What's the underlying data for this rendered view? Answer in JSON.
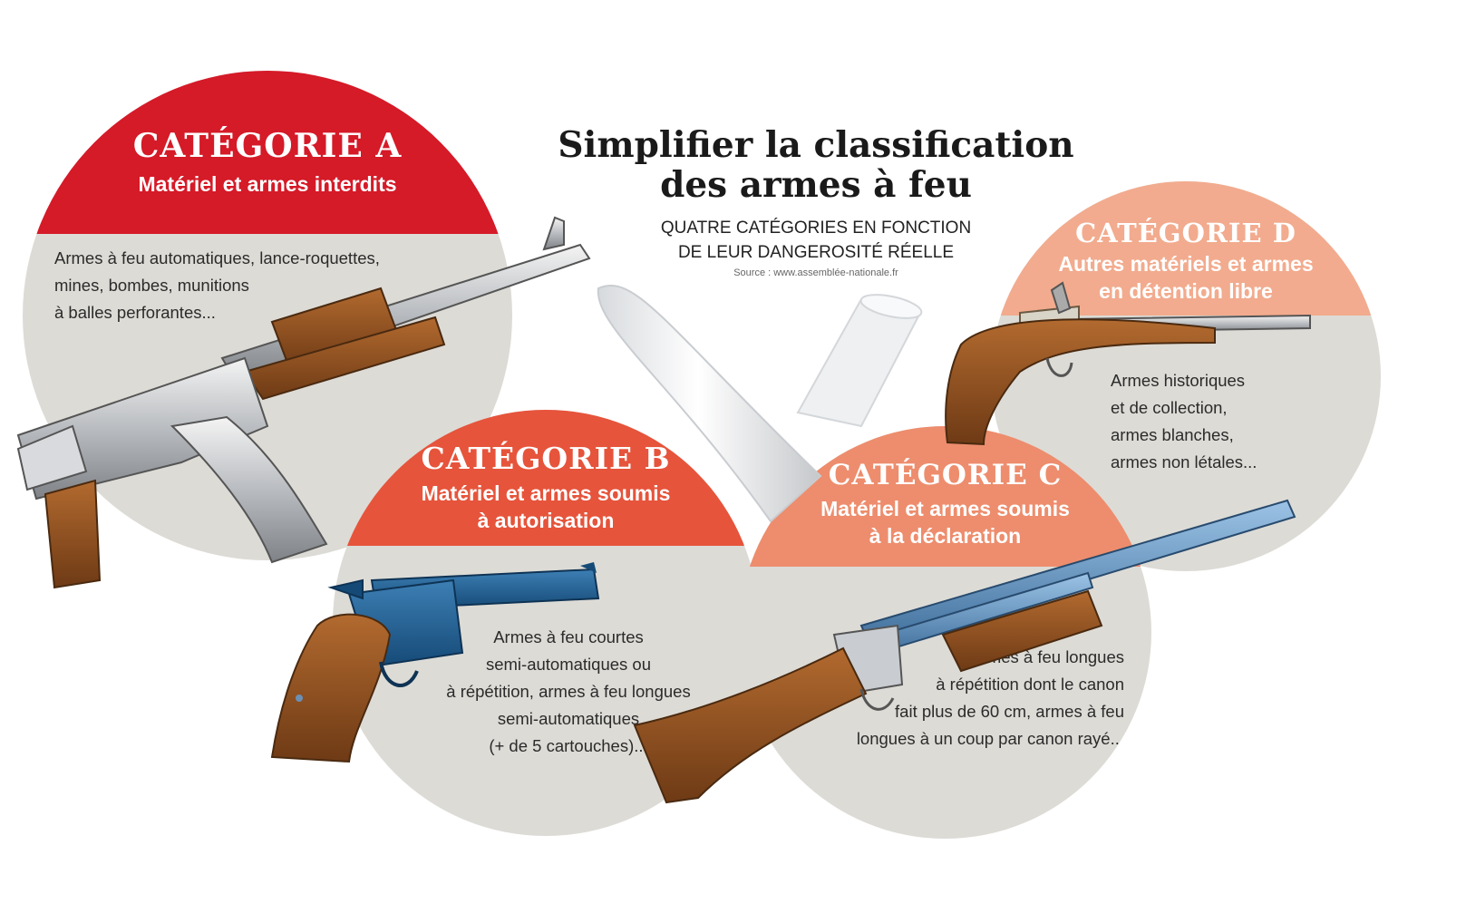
{
  "title": {
    "line1": "Simplifier la classification",
    "line2": "des armes à feu",
    "subtitle1": "QUATRE CATÉGORIES EN FONCTION",
    "subtitle2": "DE LEUR DANGEROSITÉ RÉELLE",
    "source": "Source : www.assemblée-nationale.fr"
  },
  "categories": {
    "a": {
      "name": "CATÉGORIE A",
      "subtitle": [
        "Matériel et armes interdits"
      ],
      "description": [
        "Armes à feu automatiques, lance-roquettes,",
        "mines, bombes, munitions",
        "à balles perforantes..."
      ],
      "color": "#d51a28"
    },
    "b": {
      "name": "CATÉGORIE B",
      "subtitle": [
        "Matériel et armes soumis",
        "à autorisation"
      ],
      "description": [
        "Armes à feu courtes",
        "semi-automatiques ou",
        "à répétition, armes à feu longues",
        "semi-automatiques",
        "(+ de 5 cartouches)..."
      ],
      "color": "#e6543b"
    },
    "c": {
      "name": "CATÉGORIE C",
      "subtitle": [
        "Matériel et armes soumis",
        "à la déclaration"
      ],
      "description": [
        "Armes à feu longues",
        "à répétition dont le canon",
        "fait plus de 60 cm, armes à feu",
        "longues à un coup par canon rayé..."
      ],
      "color": "#ed8d6d"
    },
    "d": {
      "name": "CATÉGORIE D",
      "subtitle": [
        "Autres matériels et armes",
        "en détention libre"
      ],
      "description": [
        "Armes  historiques",
        "et de collection,",
        "armes blanches,",
        "armes non létales..."
      ],
      "color": "#f2ab8e"
    }
  },
  "icons": [
    "assault-rifle-icon",
    "revolver-icon",
    "shotgun-icon",
    "flintlock-pistol-icon",
    "bullet-icon",
    "shotgun-shell-icon"
  ]
}
